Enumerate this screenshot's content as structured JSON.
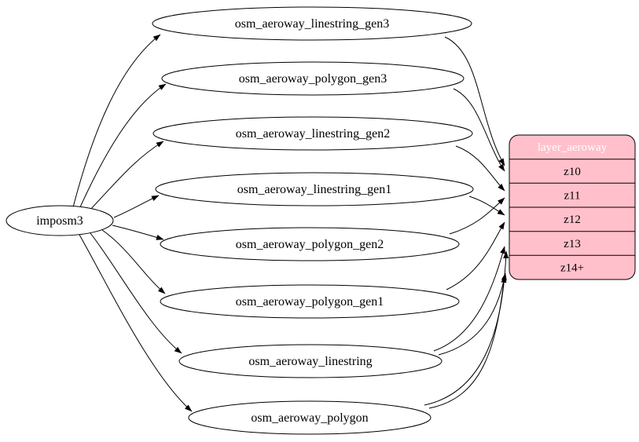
{
  "diagram": {
    "source_node": {
      "label": "imposm3"
    },
    "tables": [
      {
        "label": "osm_aeroway_linestring_gen3"
      },
      {
        "label": "osm_aeroway_polygon_gen3"
      },
      {
        "label": "osm_aeroway_linestring_gen2"
      },
      {
        "label": "osm_aeroway_linestring_gen1"
      },
      {
        "label": "osm_aeroway_polygon_gen2"
      },
      {
        "label": "osm_aeroway_polygon_gen1"
      },
      {
        "label": "osm_aeroway_linestring"
      },
      {
        "label": "osm_aeroway_polygon"
      }
    ],
    "layer_node": {
      "title": "layer_aeroway",
      "rows": [
        "z10",
        "z11",
        "z12",
        "z13",
        "z14+"
      ],
      "fill": "#ffc0cb",
      "title_text_color": "#ffffff"
    },
    "edges": [
      {
        "from": "imposm3",
        "to": "osm_aeroway_linestring_gen3"
      },
      {
        "from": "imposm3",
        "to": "osm_aeroway_polygon_gen3"
      },
      {
        "from": "imposm3",
        "to": "osm_aeroway_linestring_gen2"
      },
      {
        "from": "imposm3",
        "to": "osm_aeroway_linestring_gen1"
      },
      {
        "from": "imposm3",
        "to": "osm_aeroway_polygon_gen2"
      },
      {
        "from": "imposm3",
        "to": "osm_aeroway_polygon_gen1"
      },
      {
        "from": "imposm3",
        "to": "osm_aeroway_linestring"
      },
      {
        "from": "imposm3",
        "to": "osm_aeroway_polygon"
      },
      {
        "from": "osm_aeroway_linestring_gen3",
        "to": "layer_aeroway:z10"
      },
      {
        "from": "osm_aeroway_polygon_gen3",
        "to": "layer_aeroway:z10"
      },
      {
        "from": "osm_aeroway_linestring_gen2",
        "to": "layer_aeroway:z11"
      },
      {
        "from": "osm_aeroway_polygon_gen2",
        "to": "layer_aeroway:z11"
      },
      {
        "from": "osm_aeroway_linestring_gen1",
        "to": "layer_aeroway:z12"
      },
      {
        "from": "osm_aeroway_polygon_gen1",
        "to": "layer_aeroway:z12"
      },
      {
        "from": "osm_aeroway_linestring",
        "to": "layer_aeroway:z13"
      },
      {
        "from": "osm_aeroway_linestring",
        "to": "layer_aeroway:z14+"
      },
      {
        "from": "osm_aeroway_polygon",
        "to": "layer_aeroway:z13"
      },
      {
        "from": "osm_aeroway_polygon",
        "to": "layer_aeroway:z14+"
      }
    ]
  }
}
